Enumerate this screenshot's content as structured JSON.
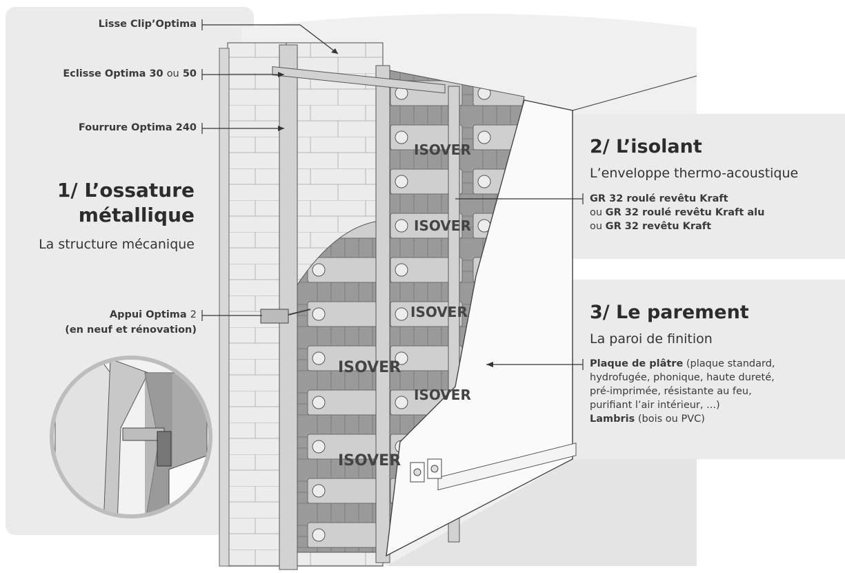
{
  "labels": {
    "lisse": "Lisse Clip’Optima",
    "eclisse": "Eclisse Optima 30",
    "eclisse_or": "ou",
    "eclisse_size": "50",
    "fourrure": "Fourrure Optima 240",
    "appui_name": "Appui Optima",
    "appui_num": "2",
    "appui_note": "(en neuf et rénovation)"
  },
  "section1": {
    "title_line1": "1/ L’ossature",
    "title_line2": "métallique",
    "subtitle": "La structure mécanique"
  },
  "section2": {
    "title": "2/ L’isolant",
    "subtitle": "L’enveloppe thermo-acoustique",
    "products": [
      {
        "prefix": "",
        "name": "GR 32 roulé revêtu Kraft"
      },
      {
        "prefix": "ou ",
        "name": "GR 32 roulé revêtu Kraft alu"
      },
      {
        "prefix": "ou ",
        "name": "GR 32 revêtu Kraft"
      }
    ]
  },
  "section3": {
    "title": "3/ Le parement",
    "subtitle": "La paroi de finition",
    "plaque_name": "Plaque de plâtre",
    "plaque_desc_1": " (plaque standard,",
    "plaque_desc_2": "hydrofugée, phonique, haute dureté,",
    "plaque_desc_3": "pré-imprimée, résistante au feu,",
    "plaque_desc_4": "purifiant l’air intérieur, ...)",
    "lambris_name": "Lambris",
    "lambris_desc": " (bois ou PVC)"
  },
  "insulation_brand": "ISOVER",
  "colors": {
    "panel": "#ebebeb",
    "text": "#2e2e2e",
    "line": "#333333"
  }
}
